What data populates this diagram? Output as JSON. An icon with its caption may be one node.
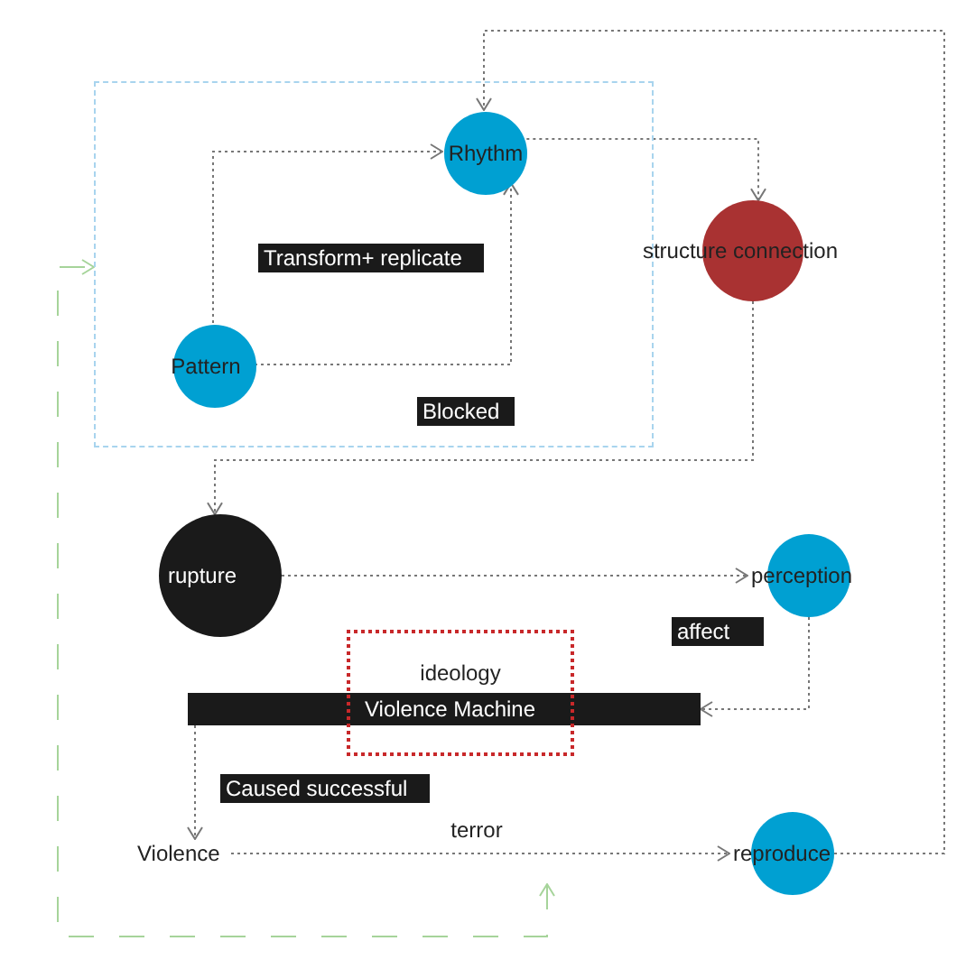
{
  "diagram": {
    "nodes": [
      {
        "text": [],
        "shape": "box"
      },
      {
        "text": [
          "Rhythm"
        ],
        "in": 0
      },
      {
        "text": [
          "Pattern"
        ],
        "in": 0
      },
      {
        "text": [
          "structure connection"
        ]
      },
      {
        "text": [
          "rupture"
        ]
      },
      {
        "text": [
          "perception"
        ]
      },
      {
        "text": [
          "ideology"
        ]
      },
      {
        "text": [
          "Violence Machine"
        ]
      },
      {
        "text": [
          "Violence"
        ]
      },
      {
        "text": [
          "reproduce"
        ]
      }
    ],
    "edges": [
      {
        "from": 2,
        "to": 1,
        "arrow": "to"
      },
      {
        "from": 2,
        "to": 1,
        "arrow": "to"
      },
      {
        "from": 1,
        "to": 3,
        "arrow": "to"
      },
      {
        "from": 3,
        "to": 4,
        "arrow": "to"
      },
      {
        "from": 4,
        "to": 5,
        "arrow": "to"
      },
      {
        "from": 5,
        "to": 7,
        "arrow": "to"
      },
      {
        "from": 7,
        "to": 8,
        "arrow": "to"
      },
      {
        "from": 8,
        "to": 9,
        "arrow": "to",
        "label": "terror"
      },
      {
        "from": 9,
        "to": 1,
        "arrow": "to"
      },
      {
        "from": null,
        "to": 0,
        "arrow": "both",
        "style": "dashed",
        "color": "#a6d49a"
      }
    ],
    "labels": [
      "Transform+ replicate",
      "Blocked",
      "affect",
      "Caused successful"
    ]
  }
}
